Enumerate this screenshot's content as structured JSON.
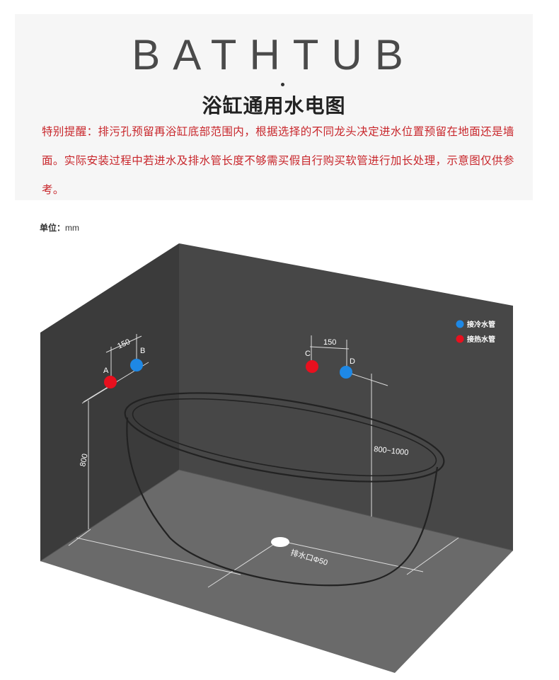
{
  "header": {
    "title_en": "BATHTUB",
    "title_cn": "浴缸通用水电图",
    "notice": "特别提醒：排污孔预留再浴缸底部范围内，根据选择的不同龙头决定进水位置预留在地面还是墙面。实际安装过程中若进水及排水管长度不够需买假自行购买软管进行加长处理，示意图仅供参考。"
  },
  "unit": {
    "label": "单位：",
    "value": "mm"
  },
  "diagram": {
    "legend": {
      "cold": "接冷水管",
      "hot": "接热水管"
    },
    "colors": {
      "cold": "#1e88e5",
      "hot": "#e8101e",
      "wall_left": "#3b3b3b",
      "wall_back": "#474747",
      "floor": "#696969"
    },
    "left_group": {
      "spacing": "150",
      "hot_letter": "A",
      "cold_letter": "B",
      "height": "800"
    },
    "right_group": {
      "spacing": "150",
      "hot_letter": "C",
      "cold_letter": "D",
      "height": "800~1000"
    },
    "drain_label": "排水口Φ50"
  }
}
